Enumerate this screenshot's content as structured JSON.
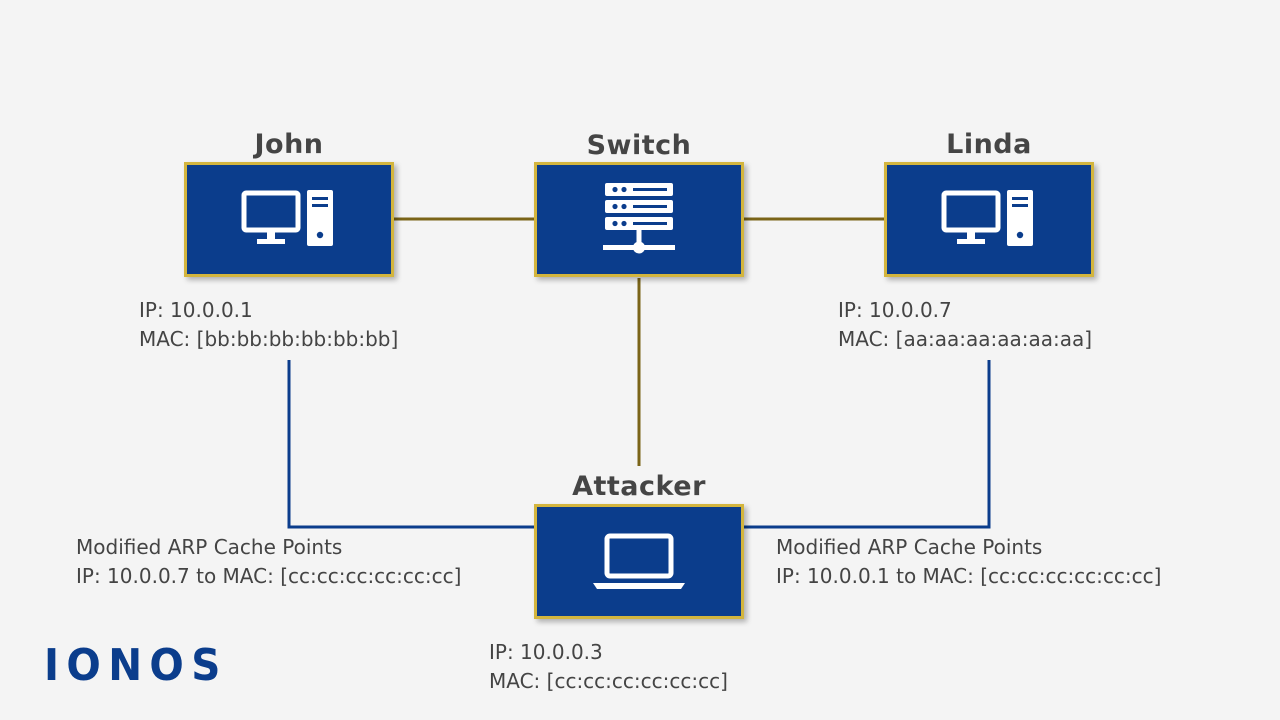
{
  "colors": {
    "background": "#f4f4f4",
    "box_fill": "#0b3d8c",
    "box_border": "#d3b53e",
    "switch_link": "#7a6418",
    "arp_link": "#0b3d8c",
    "logo": "#0b3d8c"
  },
  "nodes": {
    "john": {
      "title": "John",
      "icon": "desktop-computer-icon",
      "ip": "IP: 10.0.0.1",
      "mac": "MAC: [bb:bb:bb:bb:bb:bb]"
    },
    "switch": {
      "title": "Switch",
      "icon": "network-switch-icon"
    },
    "linda": {
      "title": "Linda",
      "icon": "desktop-computer-icon",
      "ip": "IP: 10.0.0.7",
      "mac": "MAC: [aa:aa:aa:aa:aa:aa]"
    },
    "attacker": {
      "title": "Attacker",
      "icon": "laptop-icon",
      "ip": "IP: 10.0.0.3",
      "mac": "MAC: [cc:cc:cc:cc:cc:cc]"
    }
  },
  "arp_notes": {
    "left": {
      "heading": "Modified ARP Cache Points",
      "mapping": "IP: 10.0.0.7 to MAC: [cc:cc:cc:cc:cc:cc]"
    },
    "right": {
      "heading": "Modified ARP Cache Points",
      "mapping": "IP: 10.0.0.1 to MAC: [cc:cc:cc:cc:cc:cc]"
    }
  },
  "logo": {
    "text": "IONOS"
  }
}
